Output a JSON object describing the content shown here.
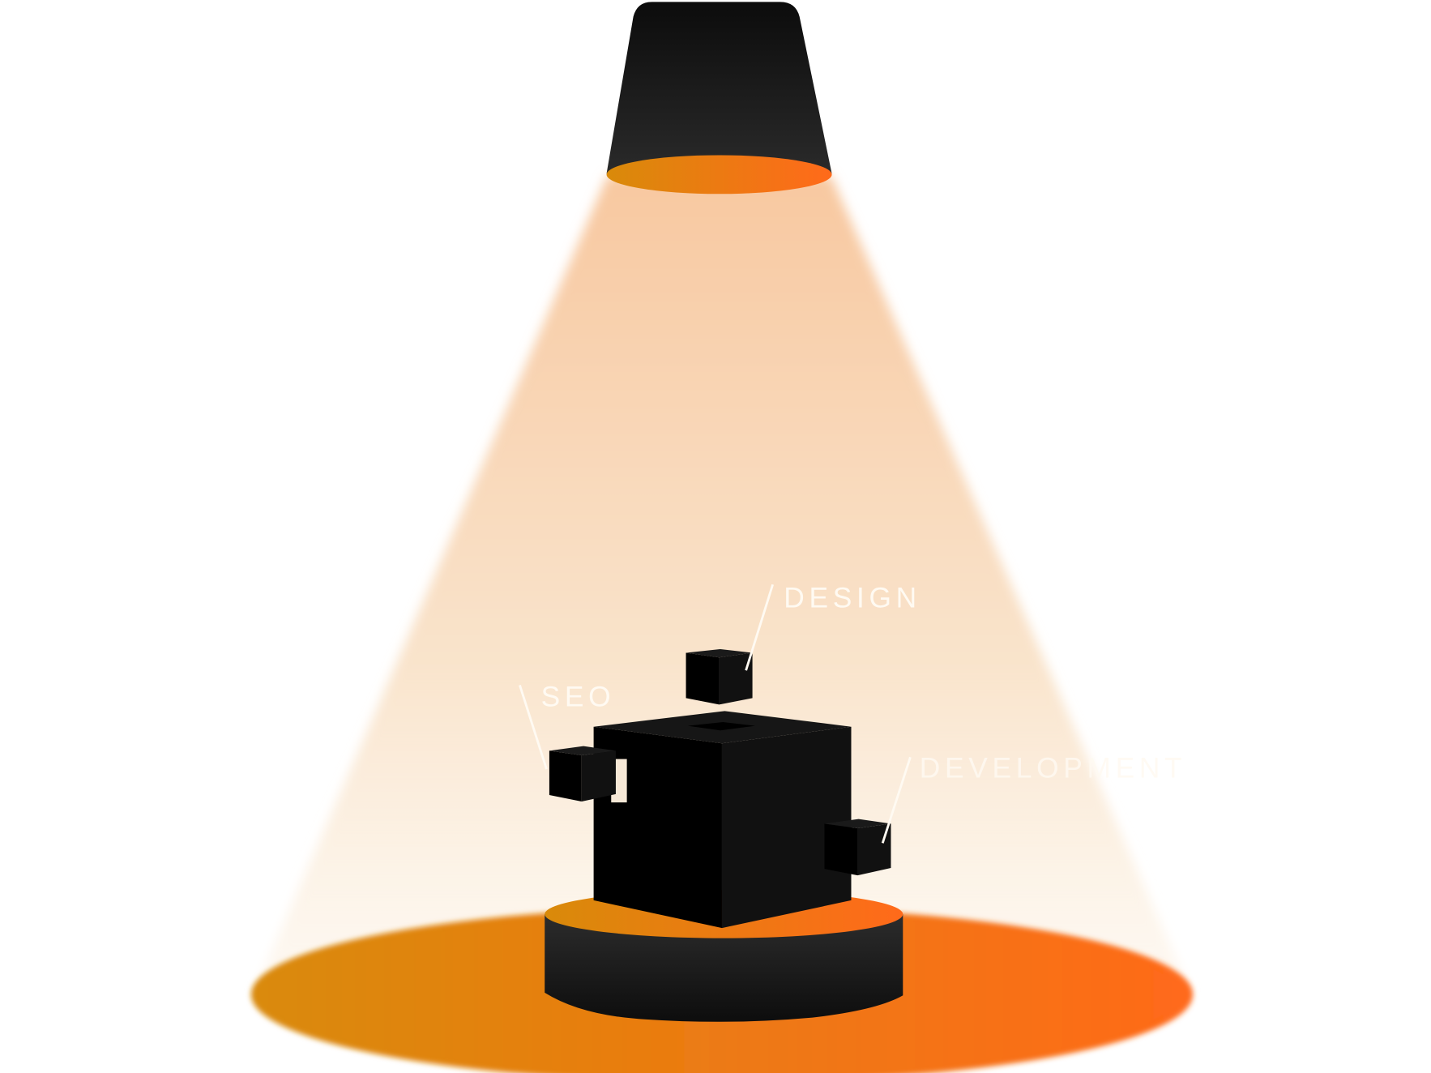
{
  "labels": {
    "design": "DESIGN",
    "seo": "SEO",
    "development": "DEVELOPMENT"
  },
  "colors": {
    "orange_start": "#d98a0a",
    "orange_end": "#ff6a1a",
    "cone": "#f8c8a0",
    "object": "#111111"
  }
}
